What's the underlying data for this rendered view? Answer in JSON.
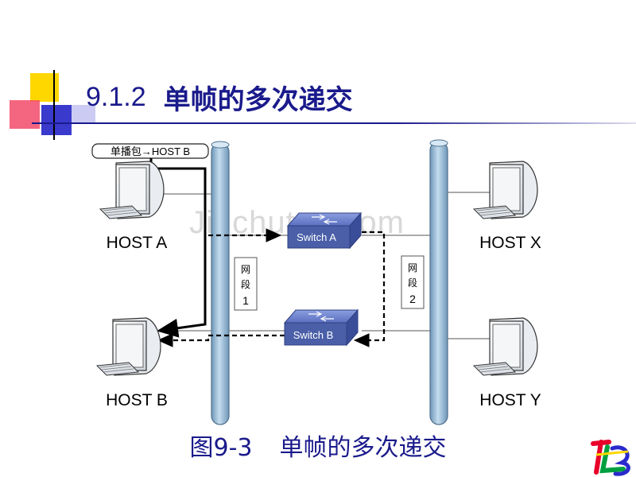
{
  "slide": {
    "section_number": "9.1.2",
    "section_title": "单帧的多次递交",
    "caption_figure": "图9-3",
    "caption_text": "单帧的多次递交",
    "watermark": "Jinchutou.com"
  },
  "diagram": {
    "unicast_label": "单播包→HOST B",
    "hosts": {
      "host_a": "HOST A",
      "host_b": "HOST B",
      "host_x": "HOST X",
      "host_y": "HOST Y"
    },
    "switches": {
      "switch_a": "Switch A",
      "switch_b": "Switch B"
    },
    "segments": {
      "segment_1": {
        "chars": [
          "网",
          "段"
        ],
        "number": "1"
      },
      "segment_2": {
        "chars": [
          "网",
          "段"
        ],
        "number": "2"
      }
    }
  },
  "colors": {
    "title": "#1a1a8c",
    "bus": "#8fb4cf",
    "switch": "#4a5fa8",
    "accent_yellow": "#ffd700",
    "accent_red": "#e8002a",
    "accent_blue": "#2a2acc"
  },
  "icons": {
    "hosts": "desktop-computer-icon",
    "switches": "network-switch-icon",
    "logo": "tl-logo-icon"
  }
}
